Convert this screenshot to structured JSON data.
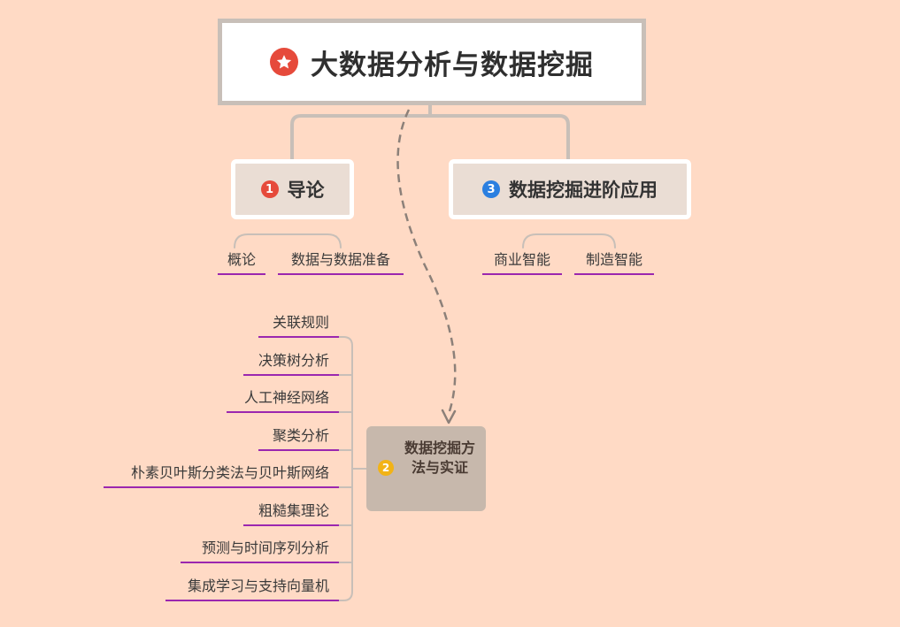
{
  "colors": {
    "background": "#FFDAC5",
    "connector": "#C8BFB8",
    "underline": "#9B27AF",
    "dashed_link": "#8C8079",
    "icon_red": "#E64A3B",
    "icon_blue": "#2B7FE0",
    "icon_yellow": "#F2B316"
  },
  "root": {
    "icon": "star-icon",
    "title": "大数据分析与数据挖掘"
  },
  "branches": [
    {
      "number": "1",
      "icon": "number-1-icon",
      "title": "导论",
      "children": [
        "概论",
        "数据与数据准备"
      ]
    },
    {
      "number": "2",
      "icon": "number-2-icon",
      "title": "数据挖掘方法与实证",
      "children": [
        "关联规则",
        "决策树分析",
        "人工神经网络",
        "聚类分析",
        "朴素贝叶斯分类法与贝叶斯网络",
        "粗糙集理论",
        "预测与时间序列分析",
        "集成学习与支持向量机"
      ]
    },
    {
      "number": "3",
      "icon": "number-3-icon",
      "title": "数据挖掘进阶应用",
      "children": [
        "商业智能",
        "制造智能"
      ]
    }
  ]
}
